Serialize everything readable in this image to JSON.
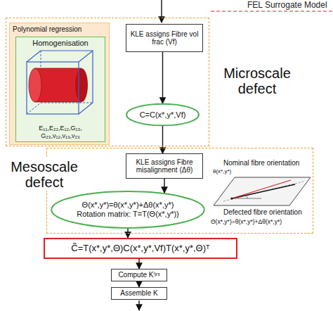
{
  "diagram": {
    "nodes": [
      {
        "text": [
          "Microscale defect"
        ]
      },
      {
        "text": [
          "Polynomial regression"
        ],
        "in": 0
      },
      {
        "text": [
          "Homogenisation",
          "E₁₁,E₂₂,E₁₂,G₁₃, G₂₃,ν₁₂,ν₁₃,ν₂₃"
        ],
        "in": 1
      },
      {
        "text": [
          "KLE assigns Fibre vol frac (Vf)"
        ],
        "in": 0
      },
      {
        "text": [
          "C=C(x*,y*,Vf)"
        ],
        "in": 0
      },
      {
        "text": [
          "Mesoscale defect"
        ]
      },
      {
        "text": [
          "KLE assigns Fibre misalignment (Δθ)"
        ],
        "in": 5
      },
      {
        "text": [
          "Θ(x*,y*)=θ(x*,y*)+Δθ(x*,y*)",
          "Rotation matrix: T=T(Θ(x*,y*))"
        ],
        "in": 5
      },
      {
        "text": [
          "C̃=T(x*,y*,Θ)C(x*,y*,Vf)T(x*,y*,Θ)ᵀ"
        ]
      },
      {
        "text": [
          "Compute Kⁱʲʳˢ"
        ]
      },
      {
        "text": [
          "Assemble K"
        ]
      }
    ],
    "edges": [
      {
        "from": 3,
        "to": 4,
        "arrow": "to"
      },
      {
        "from": 4,
        "to": 6,
        "arrow": "to"
      },
      {
        "from": 6,
        "to": 7,
        "arrow": "to"
      },
      {
        "from": 7,
        "to": 8,
        "arrow": "to"
      },
      {
        "from": 8,
        "to": 9,
        "arrow": "to"
      },
      {
        "from": 9,
        "to": 10,
        "arrow": "to"
      }
    ],
    "labels": [
      "FEL Surrogate Model",
      "Nominal fibre orientation",
      "θ(x*,y*)",
      "Defected fibre orientation",
      "Θ(x*,y*)=θ(x*,y*)+Δθ(x*,y*)"
    ]
  }
}
